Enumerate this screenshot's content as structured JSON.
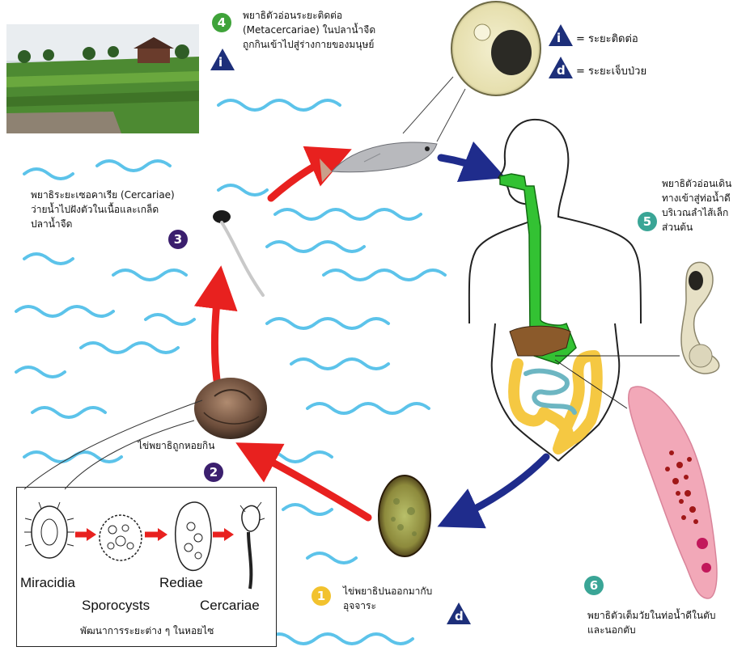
{
  "legend": {
    "infective_symbol": "i",
    "infective_label": "= ระยะติดต่อ",
    "diagnostic_symbol": "d",
    "diagnostic_label": "= ระยะเจ็บป่วย"
  },
  "stages": {
    "s1": {
      "number": "1",
      "text": "ไข่พยาธิปนออกมากับ\nอุจจาระ",
      "symbol": "d"
    },
    "s2": {
      "number": "2",
      "text": "ไข่พยาธิถูกหอยกิน"
    },
    "s3": {
      "number": "3",
      "text": "พยาธิระยะเซอคาเรีย (Cercariae)\nว่ายน้ำไปฝังตัวในเนื้อและเกล็ด\nปลาน้ำจืด"
    },
    "s4": {
      "number": "4",
      "text": "พยาธิตัวอ่อนระยะติดต่อ\n(Metacercariae) ในปลาน้ำจืด\nถูกกินเข้าไปสู่ร่างกายของมนุษย์",
      "symbol": "i"
    },
    "s5": {
      "number": "5",
      "text": "พยาธิตัวอ่อนเดิน\nทางเข้าสู่ท่อน้ำดี\nบริเวณลำไส้เล็ก\nส่วนต้น"
    },
    "s6": {
      "number": "6",
      "text": "พยาธิตัวเต็มวัยในท่อน้ำดีในตับ\nและนอกตับ"
    }
  },
  "inset": {
    "labels": {
      "miracidia": "Miracidia",
      "sporocysts": "Sporocysts",
      "rediae": "Rediae",
      "cercariae": "Cercariae"
    },
    "caption": "พัฒนาการระยะต่าง ๆ ในหอยไซ"
  },
  "colors": {
    "badge_green": "#3fa33a",
    "badge_purple": "#3b1f6e",
    "badge_teal": "#3aa596",
    "badge_yellow": "#f2c22e",
    "symbol_navy": "#1d2f7a",
    "arrow_red": "#e8211f",
    "arrow_blue": "#1f2c8c",
    "wave_blue": "#5cc3ea",
    "intestine_yellow": "#f5c842",
    "stomach_green": "#33c233",
    "liver_brown": "#8b5a2b"
  },
  "icons": [
    "photo-rice-field",
    "fish",
    "snail",
    "cercaria-larva",
    "egg",
    "metacercaria-cyst",
    "adult-fluke",
    "human-body-outline"
  ]
}
